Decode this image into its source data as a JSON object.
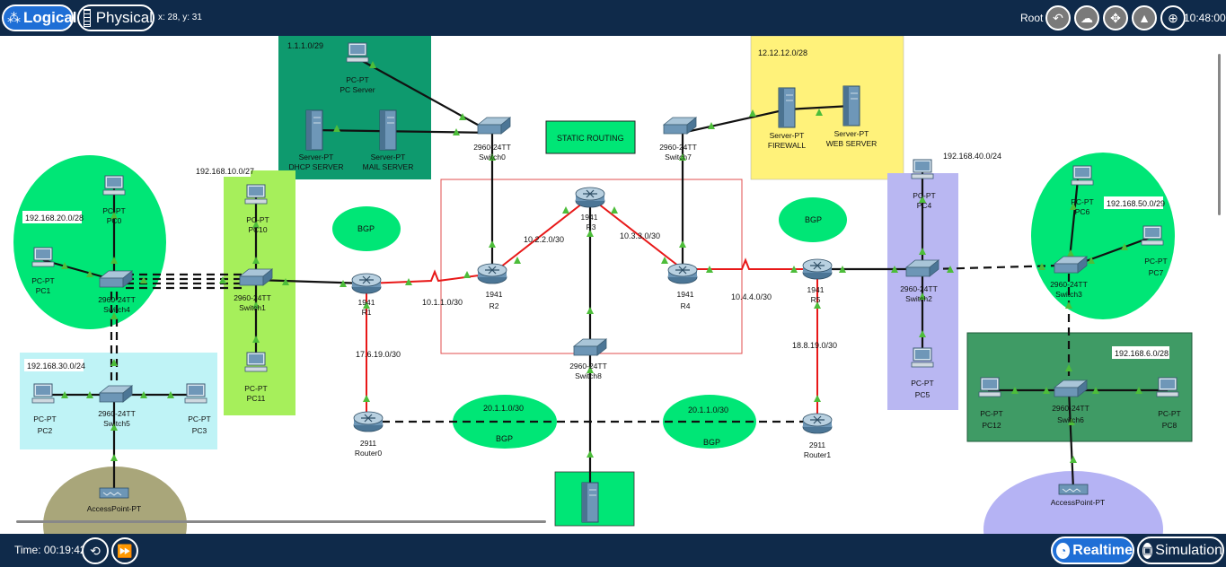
{
  "toolbar": {
    "logical_label": "Logical",
    "physical_label": "Physical",
    "coords": "x: 28, y: 31",
    "root_label": "Root",
    "clock": "10:48:00"
  },
  "bottom": {
    "time_label": "Time: 00:19:42",
    "realtime_label": "Realtime",
    "simulation_label": "Simulation"
  },
  "areas": {
    "a1": "1.1.1.0/29",
    "a2": "12.12.12.0/28",
    "a3": "192.168.10.0/27",
    "a4": "192.168.20.0/28",
    "a5": "192.168.30.0/24",
    "a6": "192.168.40.0/24",
    "a7": "192.168.50.0/29",
    "a8": "192.168.6.0/28",
    "static": "STATIC ROUTING"
  },
  "bgp": {
    "b1": "BGP",
    "b2": "BGP",
    "b3": "BGP",
    "b4": "BGP"
  },
  "links": {
    "l1": "10.2.2.0/30",
    "l2": "10.3.3.0/30",
    "l3": "10.1.1.0/30",
    "l4": "10.4.4.0/30",
    "l5": "17.6.19.0/30",
    "l6": "18.8.19.0/30",
    "l7": "20.1.1.0/30",
    "l8": "20.1.1.0/30"
  },
  "devices": {
    "pcserver": [
      "PC-PT",
      "PC Server"
    ],
    "dhcp": [
      "Server-PT",
      "DHCP SERVER"
    ],
    "mail": [
      "Server-PT",
      "MAIL SERVER"
    ],
    "switch0": [
      "2960-24TT",
      "Switch0"
    ],
    "switch7": [
      "2960-24TT",
      "Switch7"
    ],
    "firewall": [
      "Server-PT",
      "FIREWALL"
    ],
    "webserver": [
      "Server-PT",
      "WEB SERVER"
    ],
    "pc0": [
      "PC-PT",
      "PC0"
    ],
    "pc1": [
      "PC-PT",
      "PC1"
    ],
    "switch4": [
      "2960-24TT",
      "Switch4"
    ],
    "pc10": [
      "PC-PT",
      "PC10"
    ],
    "switch1": [
      "2960-24TT",
      "Switch1"
    ],
    "pc11": [
      "PC-PT",
      "PC11"
    ],
    "r1": [
      "1941",
      "R1"
    ],
    "r2": [
      "1941",
      "R2"
    ],
    "r3": [
      "1941",
      "R3"
    ],
    "r4": [
      "1941",
      "R4"
    ],
    "r5": [
      "1941",
      "R5"
    ],
    "switch8": [
      "2960-24TT",
      "Switch8"
    ],
    "router0": [
      "2911",
      "Router0"
    ],
    "router1": [
      "2911",
      "Router1"
    ],
    "pc4": [
      "PC-PT",
      "PC4"
    ],
    "switch2": [
      "2960-24TT",
      "Switch2"
    ],
    "pc5": [
      "PC-PT",
      "PC5"
    ],
    "pc6": [
      "PC-PT",
      "PC6"
    ],
    "pc7": [
      "PC-PT",
      "PC7"
    ],
    "switch3": [
      "2960-24TT",
      "Switch3"
    ],
    "pc2": [
      "PC-PT",
      "PC2"
    ],
    "switch5": [
      "2960-24TT",
      "Switch5"
    ],
    "pc3": [
      "PC-PT",
      "PC3"
    ],
    "pc12": [
      "PC-PT",
      "PC12"
    ],
    "switch6": [
      "2960-24TT",
      "Switch6"
    ],
    "pc8": [
      "PC-PT",
      "PC8"
    ],
    "ap1": [
      "AccessPoint-PT"
    ],
    "ap2": [
      "AccessPoint-PT"
    ]
  },
  "colors": {
    "bar": "#0f2a4a",
    "accent": "#1f6fd6",
    "zone_teal": "#0e9a6e",
    "zone_yellow": "#fff27a",
    "zone_green": "#00e676",
    "zone_lime": "#a6ef5b",
    "zone_cyan": "#bff3f6",
    "zone_lavender": "#b9b7f2",
    "zone_darkgreen": "#3f9b65",
    "link_red": "#e81818"
  }
}
